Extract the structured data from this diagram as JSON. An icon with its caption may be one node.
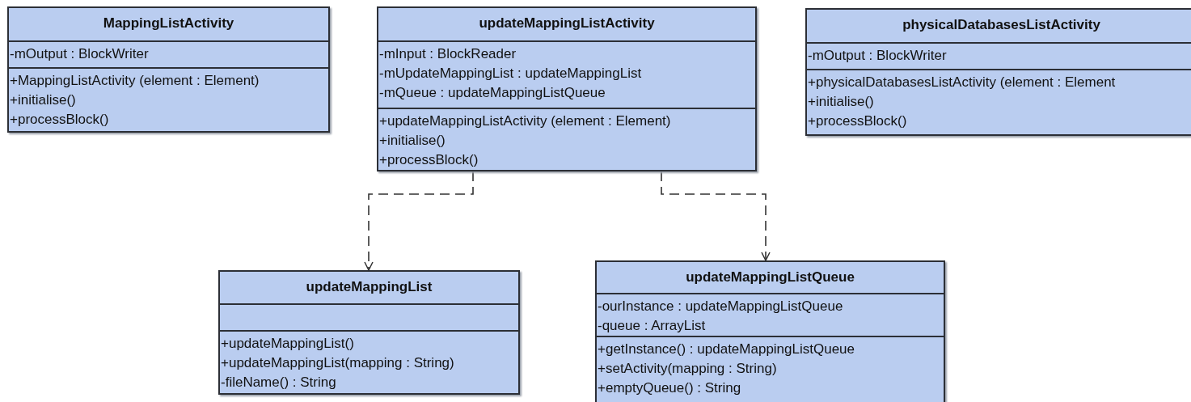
{
  "diagram": {
    "nodes": [
      {
        "text": [
          "MappingListActivity"
        ]
      },
      {
        "text": [
          "-mOutput : BlockWriter"
        ],
        "in": 0
      },
      {
        "text": [
          "+MappingListActivity (element : Element)",
          "+initialise()",
          "+processBlock()"
        ],
        "in": 0
      },
      {
        "text": [
          "updateMappingListActivity"
        ]
      },
      {
        "text": [
          "-mInput : BlockReader",
          "-mUpdateMappingList : updateMappingList",
          "-mQueue : updateMappingListQueue"
        ],
        "in": 3
      },
      {
        "text": [
          "+updateMappingListActivity (element : Element)",
          "+initialise()",
          "+processBlock()"
        ],
        "in": 3
      },
      {
        "text": [
          "physicalDatabasesListActivity"
        ]
      },
      {
        "text": [
          "-mOutput : BlockWriter"
        ],
        "in": 6
      },
      {
        "text": [
          "+physicalDatabasesListActivity (element : Element",
          "+initialise()",
          "+processBlock()"
        ],
        "in": 6
      },
      {
        "text": [
          "updateMappingList"
        ]
      },
      {
        "text": [],
        "shape": "box",
        "in": 9
      },
      {
        "text": [
          "+updateMappingList()",
          "+updateMappingList(mapping : String)",
          "-fileName() : String"
        ],
        "in": 9
      },
      {
        "text": [
          "updateMappingListQueue"
        ]
      },
      {
        "text": [
          "-ourInstance : updateMappingListQueue",
          "-queue : ArrayList"
        ],
        "in": 12
      },
      {
        "text": [
          "+getInstance() : updateMappingListQueue",
          "+setActivity(mapping : String)",
          "+emptyQueue() : String"
        ],
        "in": 12
      }
    ],
    "edges": [
      {
        "from": 3,
        "to": 9,
        "arrow": "to",
        "style": "dashed"
      },
      {
        "from": 3,
        "to": 12,
        "arrow": "to",
        "style": "dashed"
      }
    ]
  }
}
